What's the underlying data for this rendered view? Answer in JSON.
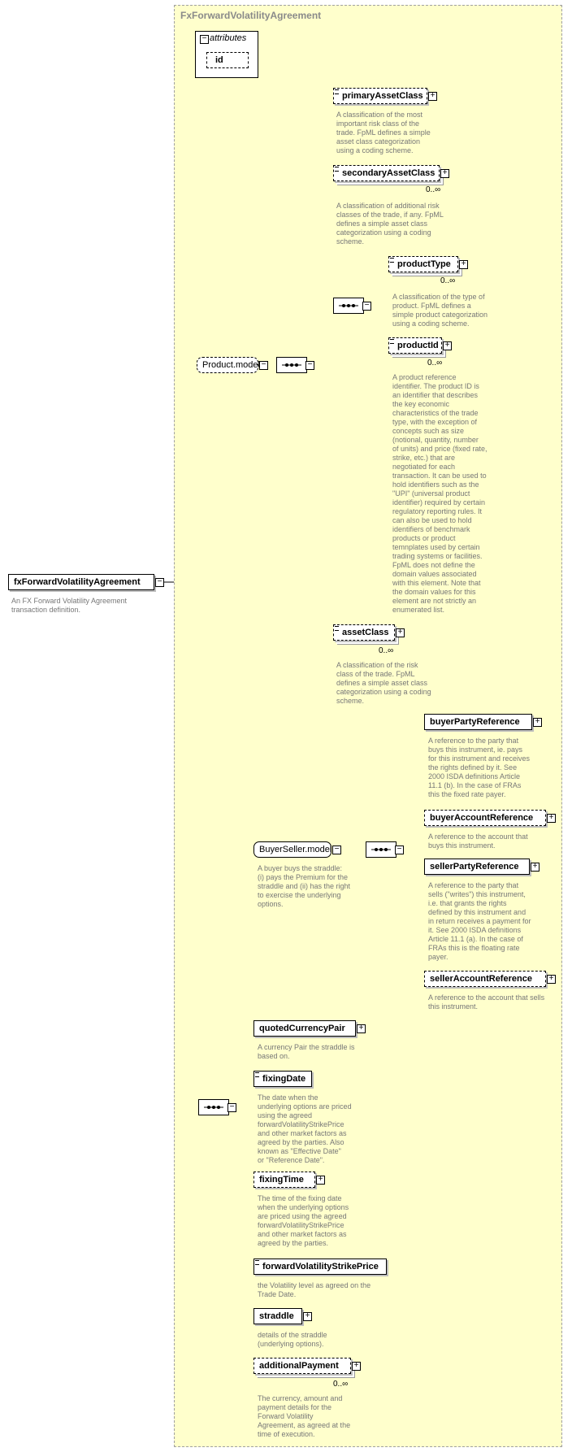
{
  "type_title": "FxForwardVolatilityAgreement",
  "root": {
    "name": "fxForwardVolatilityAgreement",
    "doc": [
      "An FX Forward Volatility Agreement",
      "transaction definition."
    ]
  },
  "attributes": {
    "label": "attributes",
    "items": [
      "id"
    ]
  },
  "product_model": {
    "label": "Product.model"
  },
  "buyer_seller_model": {
    "label": "BuyerSeller.model",
    "doc": [
      "A buyer buys the straddle:",
      "(i) pays the Premium for the",
      "straddle and (ii) has the right",
      "to exercise the underlying",
      "options."
    ]
  },
  "elements": {
    "primaryAssetClass": {
      "name": "primaryAssetClass",
      "cardinality": "",
      "doc": [
        "A classification of the most",
        "important risk class of the",
        "trade. FpML defines a simple",
        "asset class categorization",
        "using a coding scheme."
      ]
    },
    "secondaryAssetClass": {
      "name": "secondaryAssetClass",
      "cardinality": "0..∞",
      "doc": [
        "A classification of additional risk",
        "classes of the trade, if any. FpML",
        "defines a simple asset class",
        "categorization using a coding",
        "scheme."
      ]
    },
    "productType": {
      "name": "productType",
      "cardinality": "0..∞",
      "doc": [
        "A classification of the type of",
        "product. FpML defines a",
        "simple product categorization",
        "using a coding scheme."
      ]
    },
    "productId": {
      "name": "productId",
      "cardinality": "0..∞",
      "doc": [
        "A product reference",
        "identifier. The product ID is",
        "an identifier that describes",
        "the key economic",
        "characteristics of the trade",
        "type, with the exception of",
        "concepts such as size",
        "(notional, quantity, number",
        "of units) and price (fixed rate,",
        "strike, etc.) that are",
        "negotiated for each",
        "transaction. It can be used to",
        "hold identifiers such as the",
        "\"UPI\" (universal product",
        "identifier) required by certain",
        "regulatory reporting rules. It",
        "can also be used to hold",
        "identifiers of benchmark",
        "products or product",
        "temnplates used by certain",
        "trading systems or facilities.",
        "FpML does not define the",
        "domain values associated",
        "with this element. Note that",
        "the domain values for this",
        "element are not strictly an",
        "enumerated list."
      ]
    },
    "assetClass": {
      "name": "assetClass",
      "cardinality": "0..∞",
      "doc": [
        "A classification of the risk",
        "class of the trade. FpML",
        "defines a simple asset class",
        "categorization using a coding",
        "scheme."
      ]
    },
    "buyerPartyReference": {
      "name": "buyerPartyReference",
      "doc": [
        "A reference to the party that",
        "buys this instrument, ie. pays",
        "for this instrument and receives",
        "the rights defined by it. See",
        "2000 ISDA definitions Article",
        "11.1 (b). In the case of FRAs",
        "this the fixed rate payer."
      ]
    },
    "buyerAccountReference": {
      "name": "buyerAccountReference",
      "doc": [
        "A reference to the account that",
        "buys this instrument."
      ]
    },
    "sellerPartyReference": {
      "name": "sellerPartyReference",
      "doc": [
        "A reference to the party that",
        "sells (\"writes\") this instrument,",
        "i.e. that grants the rights",
        "defined by this instrument and",
        "in return receives a payment for",
        "it. See 2000 ISDA definitions",
        "Article 11.1 (a). In the case of",
        "FRAs this is the floating rate",
        "payer."
      ]
    },
    "sellerAccountReference": {
      "name": "sellerAccountReference",
      "doc": [
        "A reference to the account that sells",
        "this instrument."
      ]
    },
    "quotedCurrencyPair": {
      "name": "quotedCurrencyPair",
      "doc": [
        "A currency Pair the straddle is",
        "based on."
      ]
    },
    "fixingDate": {
      "name": "fixingDate",
      "doc": [
        "The date when the",
        "underlying options are priced",
        "using the agreed",
        "forwardVolatilityStrikePrice",
        "and other market factors as",
        "agreed by the parties. Also",
        "known as \"Effective Date\"",
        "or \"Reference Date\"."
      ]
    },
    "fixingTime": {
      "name": "fixingTime",
      "doc": [
        "The time of the fixing date",
        "when the underlying options",
        "are priced using the agreed",
        "forwardVolatilityStrikePrice",
        "and other market factors as",
        "agreed by the parties."
      ]
    },
    "forwardVolatilityStrikePrice": {
      "name": "forwardVolatilityStrikePrice",
      "doc": [
        "the Volatility level as agreed on the",
        "Trade Date."
      ]
    },
    "straddle": {
      "name": "straddle",
      "doc": [
        "details of the straddle",
        "(underlying options)."
      ]
    },
    "additionalPayment": {
      "name": "additionalPayment",
      "cardinality": "0..∞",
      "doc": [
        "The currency, amount and",
        "payment details for the",
        "Forward Volatility",
        "Agreement, as agreed at the",
        "time of execution."
      ]
    }
  }
}
